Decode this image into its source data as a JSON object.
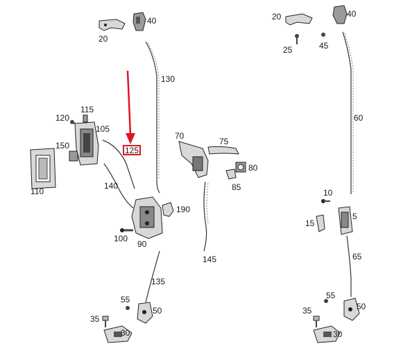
{
  "callouts": {
    "c20a": "20",
    "c40a": "40",
    "c130": "130",
    "c120": "120",
    "c115": "115",
    "c105": "105",
    "c150": "150",
    "c110": "110",
    "c125": "125",
    "c140": "140",
    "c70": "70",
    "c75": "75",
    "c80": "80",
    "c85": "85",
    "c190": "190",
    "c100": "100",
    "c90": "90",
    "c145": "145",
    "c135": "135",
    "c55a": "55",
    "c50a": "50",
    "c35a": "35",
    "c30a": "30",
    "c20b": "20",
    "c40b": "40",
    "c25": "25",
    "c45": "45",
    "c60": "60",
    "c10": "10",
    "c15": "15",
    "c5": "5",
    "c65": "65",
    "c55b": "55",
    "c50b": "50",
    "c35b": "35",
    "c30b": "30"
  },
  "highlight": {
    "color": "#e0141e"
  }
}
